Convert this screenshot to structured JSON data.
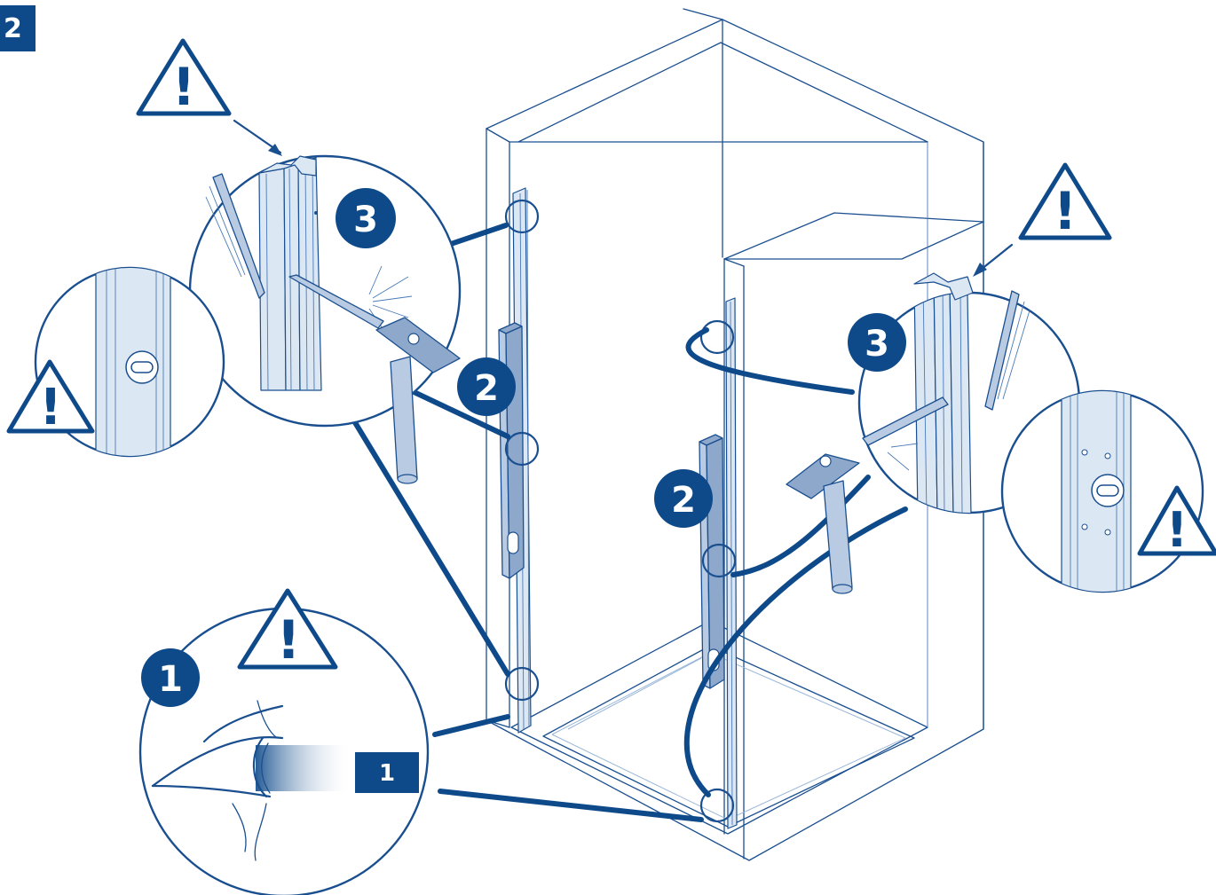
{
  "figure": {
    "step_number": "2",
    "callouts": [
      {
        "id": "left-top-badge",
        "label": "3"
      },
      {
        "id": "left-mid-badge",
        "label": "2"
      },
      {
        "id": "right-top-badge",
        "label": "3"
      },
      {
        "id": "right-mid-badge",
        "label": "2"
      },
      {
        "id": "eye-detail-badge",
        "label": "1"
      }
    ],
    "eye_target_label": "1",
    "warning_mark": "!"
  },
  "colors": {
    "ink": "#0e4a8a",
    "line": "#1a4f8f",
    "fill_light": "#dce7f4",
    "fill_mid": "#b9cbe2"
  }
}
